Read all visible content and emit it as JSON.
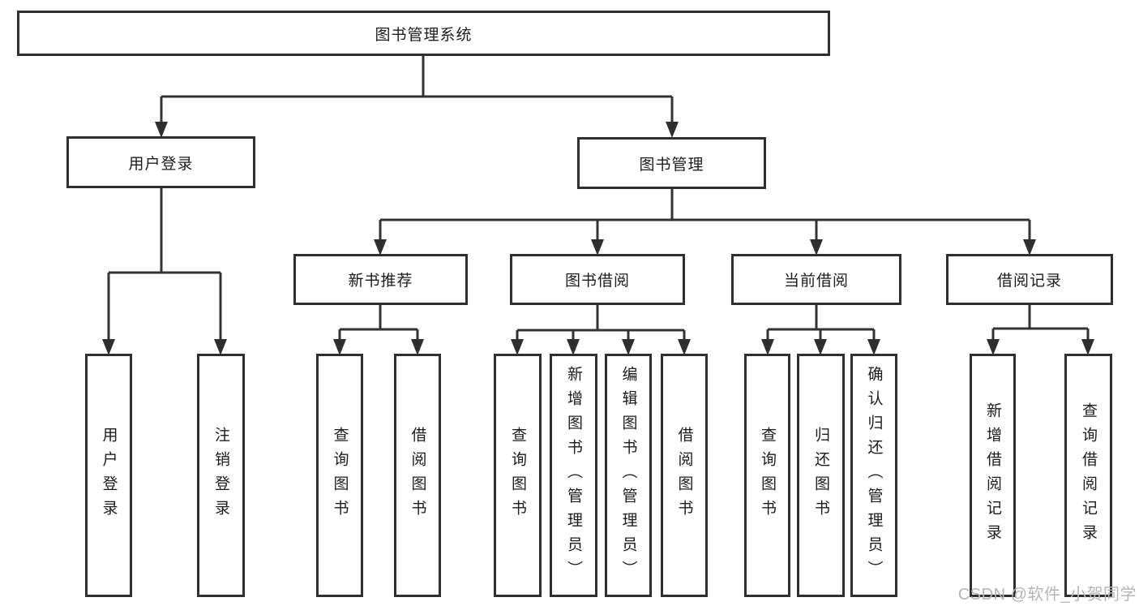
{
  "diagram": {
    "type": "hierarchy-functional-structure",
    "tree": {
      "label": "图书管理系统",
      "children": [
        {
          "label": "用户登录",
          "children": [
            {
              "label": "用户登录"
            },
            {
              "label": "注销登录"
            }
          ]
        },
        {
          "label": "图书管理",
          "children": [
            {
              "label": "新书推荐",
              "children": [
                {
                  "label": "查询图书"
                },
                {
                  "label": "借阅图书"
                }
              ]
            },
            {
              "label": "图书借阅",
              "children": [
                {
                  "label": "查询图书"
                },
                {
                  "label": "新增图书（管理员）"
                },
                {
                  "label": "编辑图书（管理员）"
                },
                {
                  "label": "借阅图书"
                }
              ]
            },
            {
              "label": "当前借阅",
              "children": [
                {
                  "label": "查询图书"
                },
                {
                  "label": "归还图书"
                },
                {
                  "label": "确认归还（管理员）"
                }
              ]
            },
            {
              "label": "借阅记录",
              "children": [
                {
                  "label": "新增借阅记录"
                },
                {
                  "label": "查询借阅记录"
                }
              ]
            }
          ]
        }
      ]
    }
  },
  "watermark": {
    "text": "CSDN @软件_小贺同学"
  },
  "colors": {
    "line": "#333333",
    "arrow_fill": "#2f2f2f",
    "box_border": "#2f2f2f",
    "box_fill": "#ffffff",
    "text": "#1c1c1c",
    "watermark": "#b5b5b5",
    "background": "#ffffff"
  }
}
